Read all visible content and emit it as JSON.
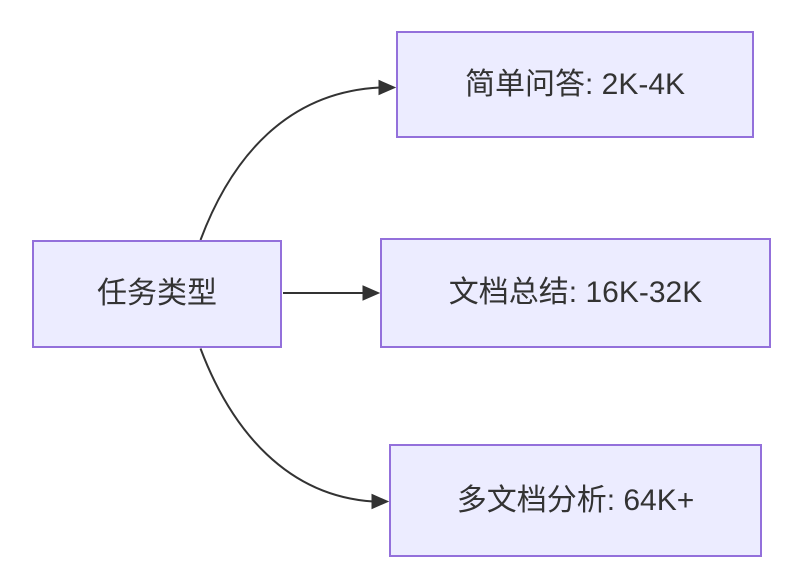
{
  "diagram": {
    "type": "flowchart",
    "direction": "left-to-right",
    "root": {
      "id": "task-type",
      "label": "任务类型"
    },
    "nodes": [
      {
        "id": "simple-qa",
        "label": "简单问答: 2K-4K"
      },
      {
        "id": "doc-summary",
        "label": "文档总结: 16K-32K"
      },
      {
        "id": "multi-doc-analysis",
        "label": "多文档分析: 64K+"
      }
    ],
    "edges": [
      {
        "from": "任务类型",
        "to": "简单问答: 2K-4K",
        "arrow": "filled-triangle"
      },
      {
        "from": "任务类型",
        "to": "文档总结: 16K-32K",
        "arrow": "filled-triangle"
      },
      {
        "from": "任务类型",
        "to": "多文档分析: 64K+",
        "arrow": "filled-triangle"
      }
    ],
    "colors": {
      "node_fill": "#ECECFF",
      "node_border": "#9370DB",
      "edge": "#333333",
      "text": "#333333",
      "background": "#FFFFFF"
    }
  }
}
